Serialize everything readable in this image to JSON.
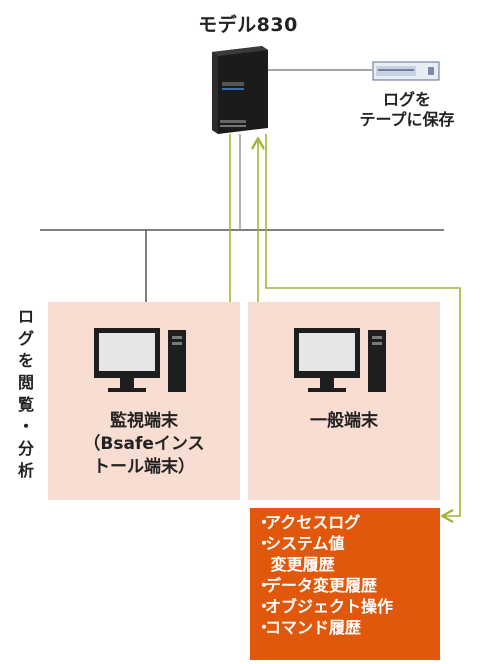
{
  "server": {
    "title": "モデル830"
  },
  "storage": {
    "label_line1": "ログを",
    "label_line2": "テープに保存"
  },
  "view_label_chars": [
    "ロ",
    "グ",
    "を",
    "閲",
    "覧",
    "・",
    "分",
    "析"
  ],
  "monitor_terminal": {
    "line1": "監視端末",
    "line2": "（Bsafeインス",
    "line3": "トール端末）"
  },
  "general_terminal": {
    "label": "一般端末"
  },
  "log_items": {
    "bullet": "・",
    "item1": "アクセスログ",
    "item2a": "システム値",
    "item2b": " 変更履歴",
    "item3": "データ変更履歴",
    "item4": "オブジェクト操作",
    "item5": "コマンド履歴"
  },
  "colors": {
    "zone_fill": "#f8ddd2",
    "log_box": "#e1580d",
    "arrow": "#a4b43a",
    "network_line": "#555555"
  }
}
